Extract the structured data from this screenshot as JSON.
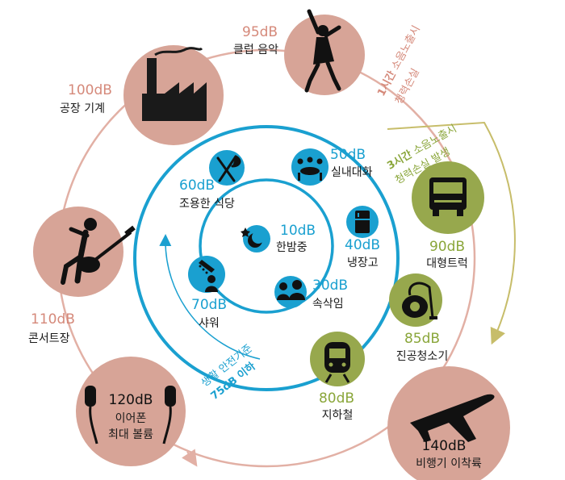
{
  "colors": {
    "outer_ring": "#e2b0a5",
    "pink_fill": "#d7a497",
    "pink_text": "#d5897a",
    "blue": "#1aa0d0",
    "green_fill": "#97a84d",
    "green_text": "#8aa63a",
    "olive_arrow": "#c7bd6a"
  },
  "outer": {
    "club": {
      "db": "95dB",
      "label": "클럽 음악",
      "icon": "dancer-icon"
    },
    "factory": {
      "db": "100dB",
      "label": "공장 기계",
      "icon": "factory-icon"
    },
    "concert": {
      "db": "110dB",
      "label": "콘서트장",
      "icon": "guitarist-icon"
    },
    "earphone": {
      "db": "120dB",
      "line1": "이어폰",
      "line2": "최대 볼륨",
      "icon": "earphones-icon"
    },
    "airplane": {
      "db": "140dB",
      "label": "비행기 이착륙",
      "icon": "airplane-icon"
    }
  },
  "green": {
    "truck": {
      "db": "90dB",
      "label": "대형트럭",
      "icon": "truck-icon"
    },
    "vacuum": {
      "db": "85dB",
      "label": "진공청소기",
      "icon": "vacuum-icon"
    },
    "subway": {
      "db": "80dB",
      "label": "지하철",
      "icon": "train-icon"
    }
  },
  "blue": {
    "restaurant": {
      "db": "60dB",
      "label": "조용한 식당",
      "icon": "fork-knife-icon"
    },
    "conversation": {
      "db": "50dB",
      "label": "실내대화",
      "icon": "meeting-table-icon"
    },
    "fridge": {
      "db": "40dB",
      "label": "냉장고",
      "icon": "refrigerator-icon"
    },
    "whisper": {
      "db": "30dB",
      "label": "속삭임",
      "icon": "people-whisper-icon"
    },
    "night": {
      "db": "10dB",
      "label": "한밤중",
      "icon": "moon-icon"
    },
    "shower": {
      "db": "70dB",
      "label": "샤워",
      "icon": "shower-icon"
    }
  },
  "arcs": {
    "one_hour_bold": "1시간",
    "one_hour_rest": " 소음노출시",
    "one_hour_line2": "청력손실",
    "three_hour_bold": "3시간",
    "three_hour_rest": " 소음노출시",
    "three_hour_line2": "청력손실 발생",
    "safe_line1": "생활 안전기준",
    "safe_line2": "75dB 이하"
  }
}
